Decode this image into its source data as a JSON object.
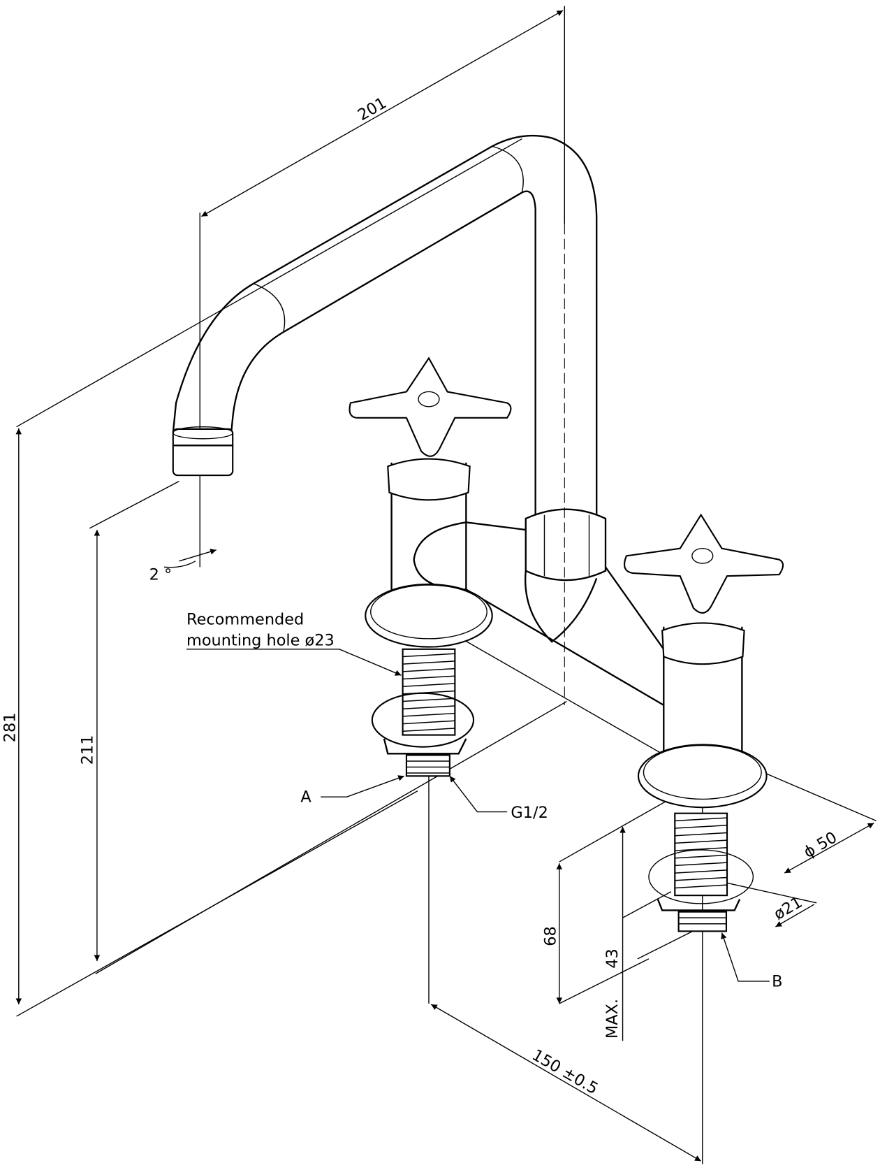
{
  "title": "Bridge tap with swivel spout - dimensional drawing",
  "dimensions": {
    "spout_reach": "201",
    "total_height": "281",
    "outlet_height": "211",
    "spout_angle": "2 °",
    "centres": "150 ±0.5",
    "flange_dia": "ϕ 50",
    "shank_dia": "ø21",
    "shank_length": "68",
    "max_deck": "43",
    "max_label": "MAX."
  },
  "notes": {
    "mounting_hole_line1": "Recommended",
    "mounting_hole_line2": "mounting hole  ø23",
    "label_a": "A",
    "label_b": "B",
    "thread": "G1/2"
  }
}
